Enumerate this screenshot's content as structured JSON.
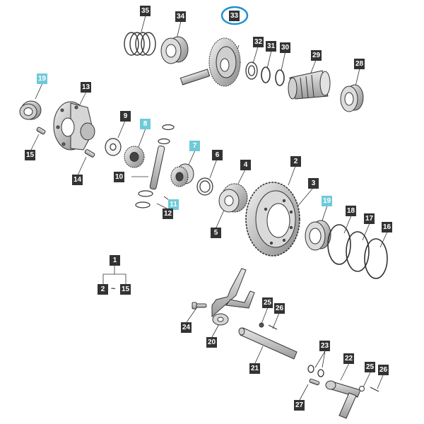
{
  "diagram": {
    "colors": {
      "label_bg": "#333333",
      "label_highlight_bg": "#6fcad8",
      "selection_ring": "#1e90d0",
      "line": "#333333"
    },
    "labels": [
      {
        "id": "35",
        "text": "35",
        "highlight": false
      },
      {
        "id": "34",
        "text": "34",
        "highlight": false
      },
      {
        "id": "33",
        "text": "33",
        "highlight": false,
        "selected": true
      },
      {
        "id": "32",
        "text": "32",
        "highlight": false
      },
      {
        "id": "31",
        "text": "31",
        "highlight": false
      },
      {
        "id": "30",
        "text": "30",
        "highlight": false
      },
      {
        "id": "29",
        "text": "29",
        "highlight": false
      },
      {
        "id": "28",
        "text": "28",
        "highlight": false
      },
      {
        "id": "19a",
        "text": "19",
        "highlight": true
      },
      {
        "id": "13",
        "text": "13",
        "highlight": false
      },
      {
        "id": "9",
        "text": "9",
        "highlight": false
      },
      {
        "id": "8",
        "text": "8",
        "highlight": true
      },
      {
        "id": "7",
        "text": "7",
        "highlight": true
      },
      {
        "id": "6",
        "text": "6",
        "highlight": false
      },
      {
        "id": "4",
        "text": "4",
        "highlight": false
      },
      {
        "id": "2",
        "text": "2",
        "highlight": false
      },
      {
        "id": "3",
        "text": "3",
        "highlight": false
      },
      {
        "id": "15",
        "text": "15",
        "highlight": false
      },
      {
        "id": "14",
        "text": "14",
        "highlight": false
      },
      {
        "id": "10",
        "text": "10",
        "highlight": false
      },
      {
        "id": "11",
        "text": "11",
        "highlight": true
      },
      {
        "id": "12",
        "text": "12",
        "highlight": false
      },
      {
        "id": "5",
        "text": "5",
        "highlight": false
      },
      {
        "id": "19b",
        "text": "19",
        "highlight": true
      },
      {
        "id": "18",
        "text": "18",
        "highlight": false
      },
      {
        "id": "17",
        "text": "17",
        "highlight": false
      },
      {
        "id": "16",
        "text": "16",
        "highlight": false
      },
      {
        "id": "1",
        "text": "1",
        "highlight": false
      },
      {
        "id": "2r",
        "text": "2",
        "highlight": false
      },
      {
        "id": "15r",
        "text": "15",
        "highlight": false
      },
      {
        "id": "25a",
        "text": "25",
        "highlight": false
      },
      {
        "id": "26a",
        "text": "26",
        "highlight": false
      },
      {
        "id": "24",
        "text": "24",
        "highlight": false
      },
      {
        "id": "20",
        "text": "20",
        "highlight": false
      },
      {
        "id": "21",
        "text": "21",
        "highlight": false
      },
      {
        "id": "23",
        "text": "23",
        "highlight": false
      },
      {
        "id": "22",
        "text": "22",
        "highlight": false
      },
      {
        "id": "25b",
        "text": "25",
        "highlight": false
      },
      {
        "id": "26b",
        "text": "26",
        "highlight": false
      },
      {
        "id": "27",
        "text": "27",
        "highlight": false
      }
    ],
    "range_separator": "~"
  }
}
